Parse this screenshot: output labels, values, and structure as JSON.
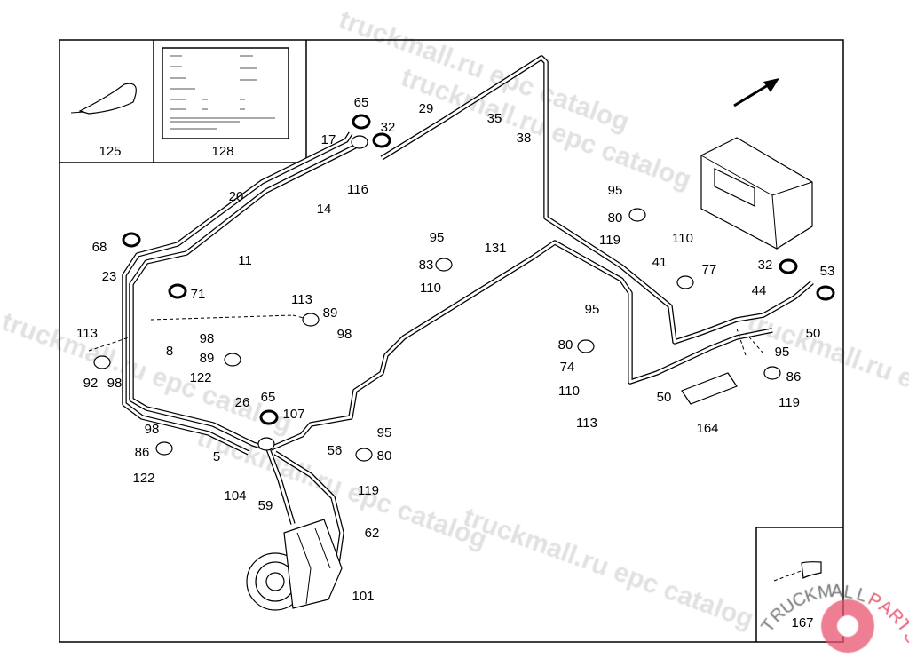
{
  "diagram": {
    "watermark": "truckmall.ru epc catalog",
    "logo_text": "TRUCKMALLPARTS",
    "accent_color": "#e8546f",
    "insets": [
      {
        "id": "125",
        "label": "125"
      },
      {
        "id": "128",
        "label": "128"
      },
      {
        "id": "167",
        "label": "167"
      }
    ],
    "callouts": [
      "65",
      "32",
      "29",
      "35",
      "38",
      "17",
      "116",
      "20",
      "14",
      "11",
      "68",
      "23",
      "71",
      "113",
      "89",
      "98",
      "113",
      "8",
      "98",
      "89",
      "92",
      "98",
      "122",
      "26",
      "65",
      "107",
      "98",
      "86",
      "5",
      "122",
      "104",
      "59",
      "56",
      "95",
      "80",
      "119",
      "62",
      "101",
      "95",
      "83",
      "110",
      "131",
      "95",
      "80",
      "119",
      "110",
      "41",
      "77",
      "32",
      "53",
      "44",
      "50",
      "95",
      "80",
      "74",
      "110",
      "113",
      "50",
      "164",
      "95",
      "86",
      "119"
    ]
  }
}
